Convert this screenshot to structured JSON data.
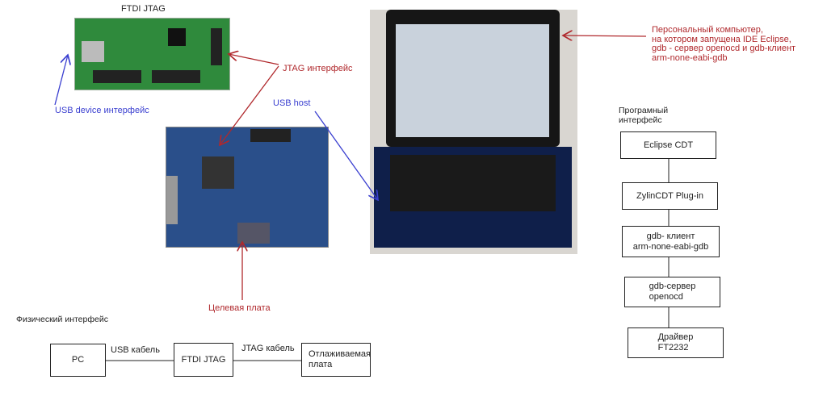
{
  "photos": {
    "ftdi": {
      "label": "FTDI JTAG"
    },
    "jtag_note": "JTAG интерфейс",
    "usb_device_note": "USB device интерфейс",
    "usb_host_note": "USB host",
    "target_note": "Целевая плата",
    "pc_note": [
      "Персональный компьютер,",
      "на котором запущена IDE Eclipse,",
      "gdb - сервер openocd и gdb-клиент",
      "arm-none-eabi-gdb"
    ]
  },
  "software": {
    "title": [
      "Програмный",
      "интерфейс"
    ],
    "layers": [
      [
        "Eclipse CDT"
      ],
      [
        "ZylinCDT Plug-in"
      ],
      [
        "gdb- клиент",
        "arm-none-eabi-gdb"
      ],
      [
        "gdb-сервер",
        "openocd"
      ],
      [
        "Драйвер",
        "FT2232"
      ]
    ]
  },
  "physical": {
    "title": "Физический интерфейс",
    "pc": "PC",
    "ftdi": "FTDI JTAG",
    "target": [
      "Отлаживаемая",
      "плата"
    ],
    "usb_cable": "USB кабель",
    "jtag_cable": "JTAG кабель"
  },
  "colors": {
    "red": "#b0282c",
    "blue": "#3a3fd0"
  }
}
